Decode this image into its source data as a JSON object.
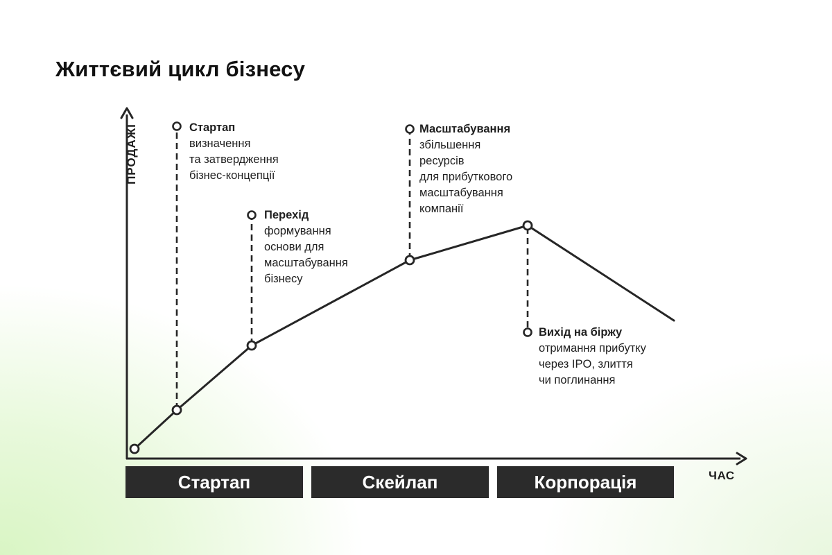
{
  "title": "Життєвий цикл бізнесу",
  "axes": {
    "y_label": "ПРОДАЖІ",
    "x_label": "ЧАС"
  },
  "stages": [
    {
      "id": "startup",
      "title": "Стартап",
      "description": "визначення\nта затвердження\nбізнес-концепції"
    },
    {
      "id": "transition",
      "title": "Перехід",
      "description": "формування\nоснови для\nмасштабування\nбізнесу"
    },
    {
      "id": "scaling",
      "title": "Масштабування",
      "description": "збільшення\nресурсів\nдля прибуткового\nмасштабування\nкомпанії"
    },
    {
      "id": "exit",
      "title": "Вихід на біржу",
      "description": "отримання прибутку\nчерез IPO, злиття\nчи поглинання"
    }
  ],
  "phases": [
    {
      "label": "Стартап"
    },
    {
      "label": "Скейлап"
    },
    {
      "label": "Корпорація"
    }
  ],
  "colors": {
    "line": "#262626",
    "phase_bg": "#2b2b2b",
    "phase_text": "#ffffff"
  }
}
